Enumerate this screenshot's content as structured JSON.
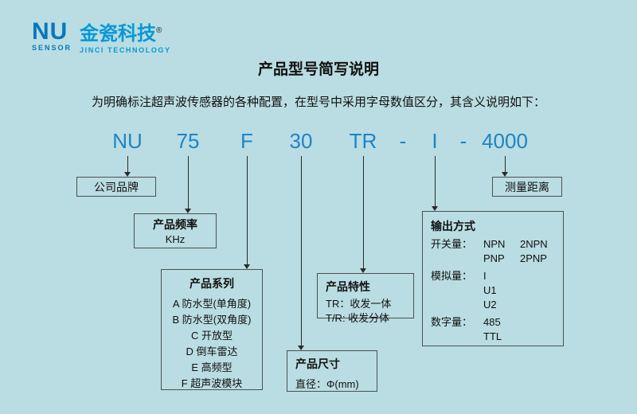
{
  "colors": {
    "background": "#b9dde2",
    "model_blue": "#1f83c6",
    "logo_blue": "#0898d8",
    "line": "#2a2a2a"
  },
  "logo": {
    "nu": "NU",
    "sensor": "SENSOR",
    "brand_cn": "金瓷科技",
    "reg": "®",
    "brand_en": "JINCI TECHNOLOGY"
  },
  "title": "产品型号简写说明",
  "subtitle": "为明确标注超声波传感器的各种配置，在型号中采用字母数值区分，其含义说明如下：",
  "model": {
    "segments": [
      "NU",
      "75",
      "F",
      "30",
      "TR",
      "-",
      "I",
      "-",
      "4000"
    ]
  },
  "boxes": {
    "brand": {
      "label": "公司品牌"
    },
    "distance": {
      "label": "测量距离"
    },
    "frequency": {
      "title": "产品频率",
      "unit": "KHz"
    },
    "series": {
      "title": "产品系列",
      "items": [
        "A 防水型(单角度)",
        "B 防水型(双角度)",
        "C 开放型",
        "D 倒车雷达",
        "E 高频型",
        "F 超声波模块"
      ]
    },
    "feature": {
      "title": "产品特性",
      "items": [
        "TR：收发一体",
        "T/R: 收发分体"
      ]
    },
    "size": {
      "title": "产品尺寸",
      "subtitle": "直径：Φ(mm)"
    },
    "output": {
      "title": "输出方式",
      "rows": [
        {
          "label": "开关量：",
          "v1": "NPN",
          "v2": "2NPN"
        },
        {
          "label": "",
          "v1": "PNP",
          "v2": "2PNP"
        },
        {
          "label": "模拟量：",
          "v1": "I",
          "v2": ""
        },
        {
          "label": "",
          "v1": "U1",
          "v2": ""
        },
        {
          "label": "",
          "v1": "U2",
          "v2": ""
        },
        {
          "label": "数字量：",
          "v1": "485",
          "v2": ""
        },
        {
          "label": "",
          "v1": "TTL",
          "v2": ""
        }
      ]
    }
  }
}
